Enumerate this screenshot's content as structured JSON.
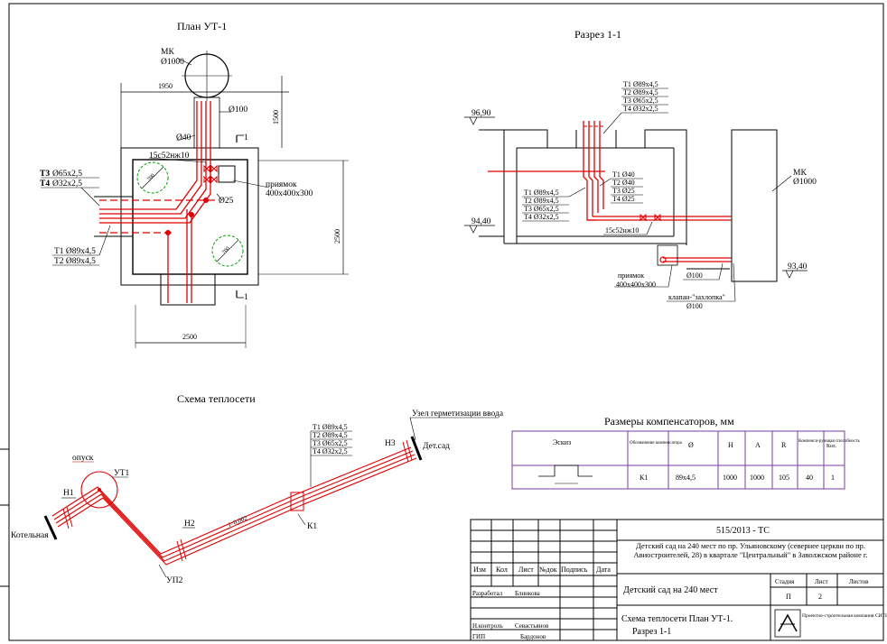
{
  "plan": {
    "title": "План  УТ-1",
    "mk_label": "МК",
    "mk_diam": "Ø1000",
    "dim_1950": "1950",
    "dim_1500": "1500",
    "dim_2500_v": "2500",
    "dim_2500_h": "2500",
    "d100": "Ø100",
    "d40": "Ø40",
    "d25": "Ø25",
    "valve": "15с52нж10",
    "pit_label": "приямок",
    "pit_size": "400х400х300",
    "t3": "Т3",
    "t3_size": "Ø65х2,5",
    "t4": "Т4",
    "t4_size": "Ø32х2,5",
    "t1": "Т1   Ø89х4,5",
    "t2": "Т2   Ø89х4,5",
    "section_mark": "1",
    "circle_dim": "700"
  },
  "section": {
    "title": "Разрез  1-1",
    "lines_top": [
      "Т1 Ø89х4,5",
      "Т2 Ø89х4,5",
      "Т3 Ø65х2,5",
      "Т4 Ø32х2,5"
    ],
    "lines_mid_right": [
      "Т1 Ø40",
      "Т2 Ø40",
      "Т3 Ø25",
      "Т4 Ø25"
    ],
    "lines_mid_left": [
      "Т1 Ø89х4,5",
      "Т2 Ø89х4,5",
      "Т3 Ø65х2,5",
      "Т4 Ø32х2,5"
    ],
    "elev_1": "96,90",
    "elev_2": "94,40",
    "elev_3": "93,40",
    "valve": "15с52нж10",
    "mk_label": "МК",
    "mk_diam": "Ø1000",
    "pit_label": "приямок",
    "pit_size": "400х400х300",
    "d100": "Ø100",
    "flap_label": "клапан-\"захлопка\"",
    "flap_diam": "Ø100"
  },
  "scheme": {
    "title": "Схема теплосети",
    "lines": [
      "Т1 Ø89х4,5",
      "Т2 Ø89х4,5",
      "Т3 Ø65х2,5",
      "Т4 Ø32х2,5"
    ],
    "seal_node": "Узел герметизации ввода",
    "kindergarten": "Дет.сад",
    "boiler": "Котельная",
    "descent": "опуск",
    "ut1": "УТ1",
    "up2": "УП2",
    "k1": "К1",
    "n1": "Н1",
    "n2": "Н2",
    "n3": "Н3",
    "slope": "i=0,002"
  },
  "comp_table": {
    "title": "Размеры компенсаторов, мм",
    "headers": [
      "Эскиз",
      "Обозначение компенсатора",
      "Ø",
      "Н",
      "А",
      "R",
      "Компенси-рующая способность",
      "Кол."
    ],
    "row": [
      "К1",
      "89х4,5",
      "1000",
      "1000",
      "105",
      "40",
      "1"
    ]
  },
  "stamp": {
    "code": "515/2013 - ТС",
    "project": "Детский сад на 240 мест по пр. Ульяновскому (севернее церкви по пр. Авиостроителей, 28) в квартале \"Центральный\" в Заволжском районе г.",
    "building": "Детский сад на 240 мест",
    "sheet_title_1": "Схема теплосети План  УТ-1.",
    "sheet_title_2": "Разрез  1-1",
    "col_headers": [
      "Изм",
      "Кол",
      "Лист",
      "№док",
      "Подпись",
      "Дата"
    ],
    "stage_h": "Стадия",
    "sheet_h": "Лист",
    "sheets_h": "Листов",
    "stage": "П",
    "sheet": "2",
    "sheets": "",
    "role_1": "Разработал",
    "name_1": "Блинкова",
    "role_2": "Н.контроль",
    "name_2": "Севастьянов",
    "role_3": "ГИП",
    "name_3": "Бардонов",
    "company": "Проектно-строительная компания СИТИ-СТРОЙ"
  },
  "colors": {
    "pipe": "#e00000",
    "green": "#00a000",
    "frame": "#000000",
    "table_border": "#7a3ea0"
  }
}
